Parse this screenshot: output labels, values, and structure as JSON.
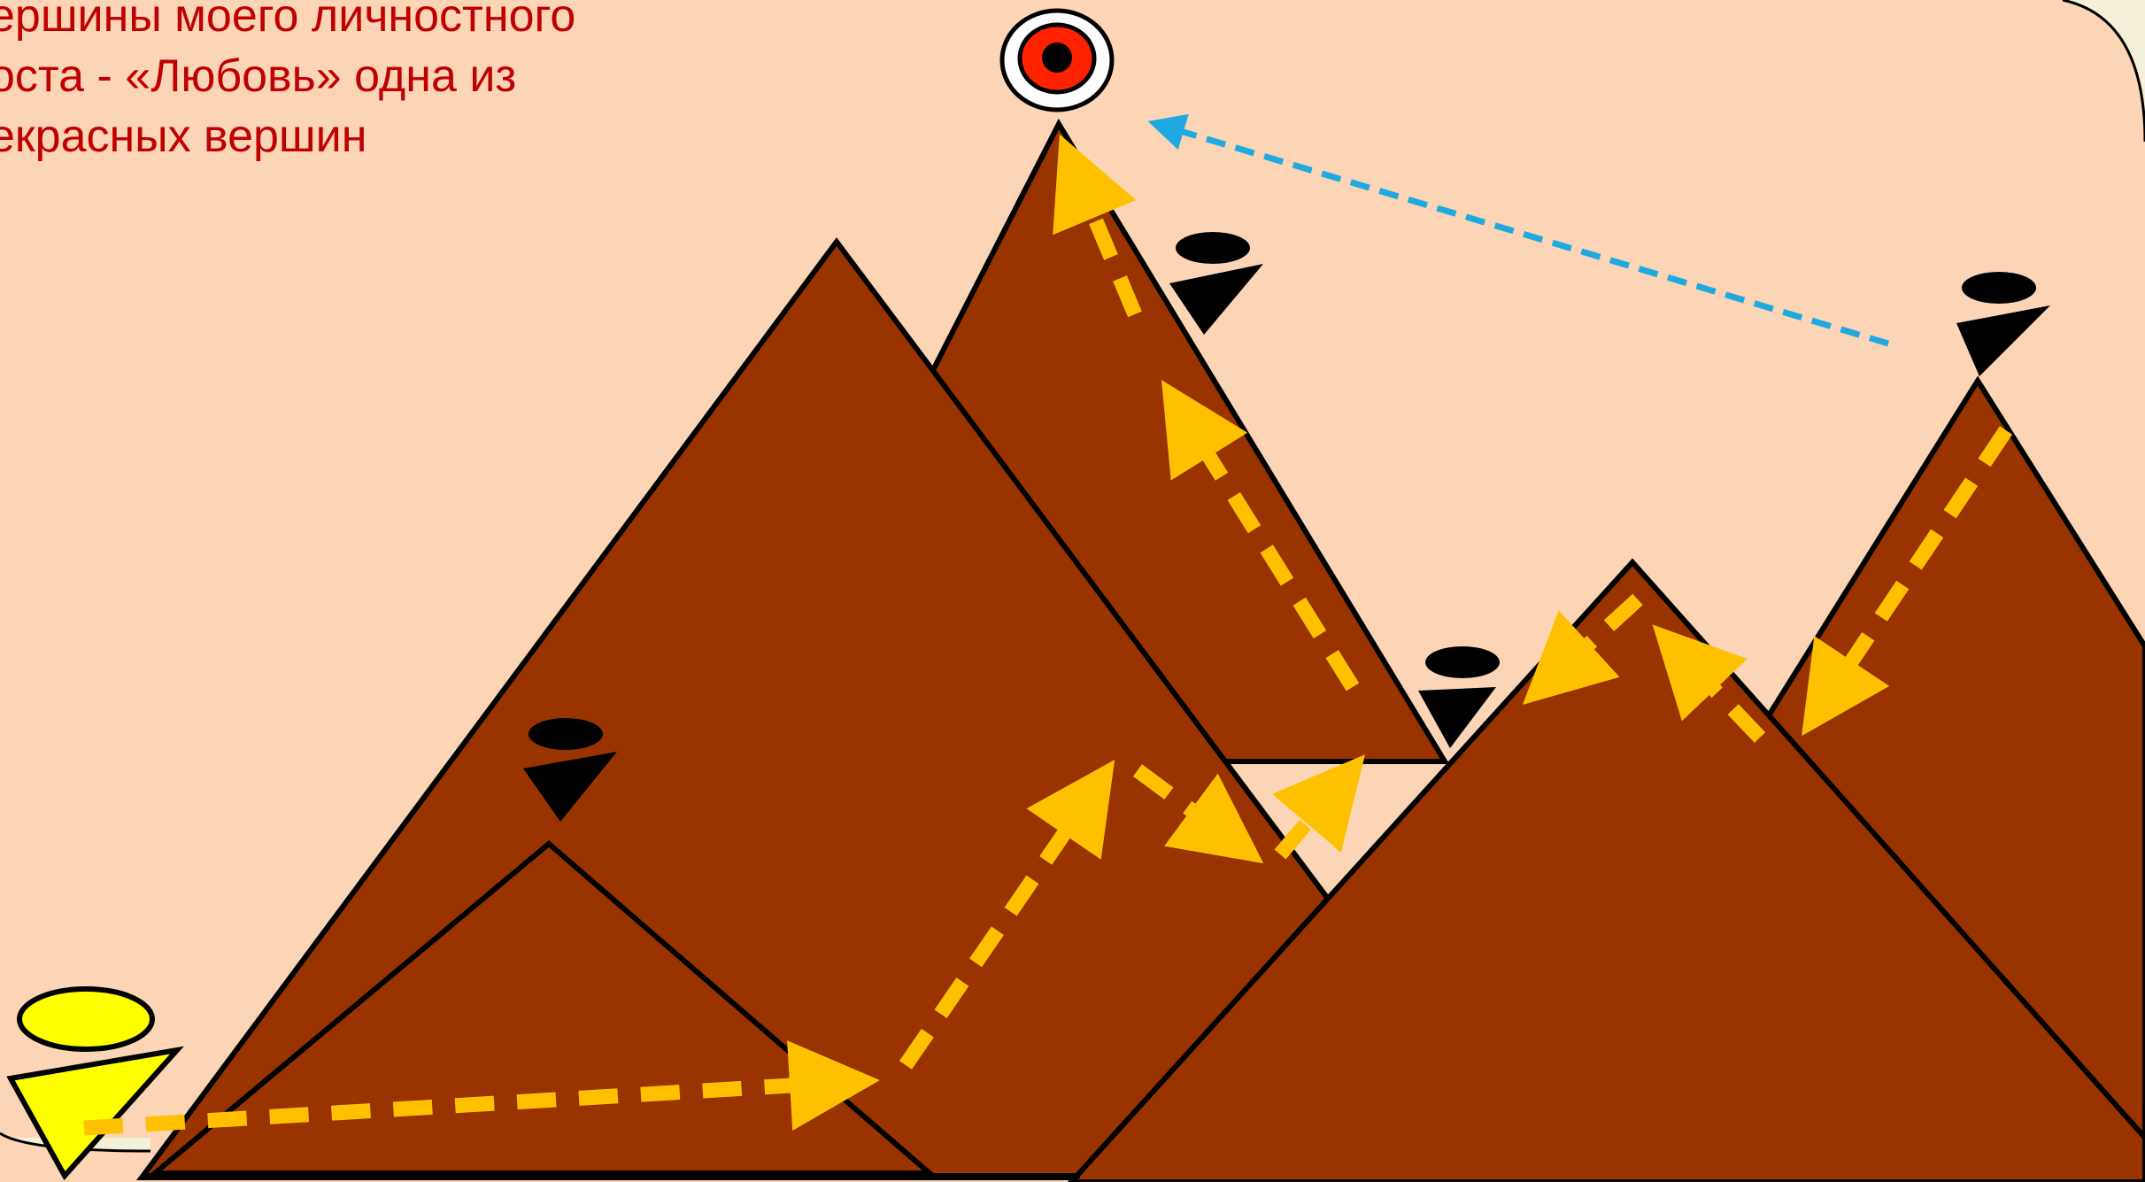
{
  "caption": {
    "lines": [
      "ершины моего личностного",
      "оста - «Любовь» одна из",
      "екрасных вершин"
    ]
  },
  "colors": {
    "sky": "#fbd5b5",
    "ground": "#f5f0d8",
    "mountain": "#993300",
    "outline": "#000000",
    "path_arrow": "#ffc000",
    "link_arrow": "#1fa9e1",
    "traveler": "#ffff00",
    "target_ring": "#ff2200",
    "caption_text": "#c00000"
  },
  "elements": {
    "mountains": [
      "mountain-small-left",
      "mountain-large-left",
      "mountain-peak-target",
      "mountain-center-right",
      "mountain-far-right"
    ],
    "climbers": [
      "climber-start",
      "climber-small-peak",
      "climber-main-peak",
      "climber-valley",
      "climber-far-peak"
    ],
    "icons": [
      "target-icon"
    ]
  }
}
